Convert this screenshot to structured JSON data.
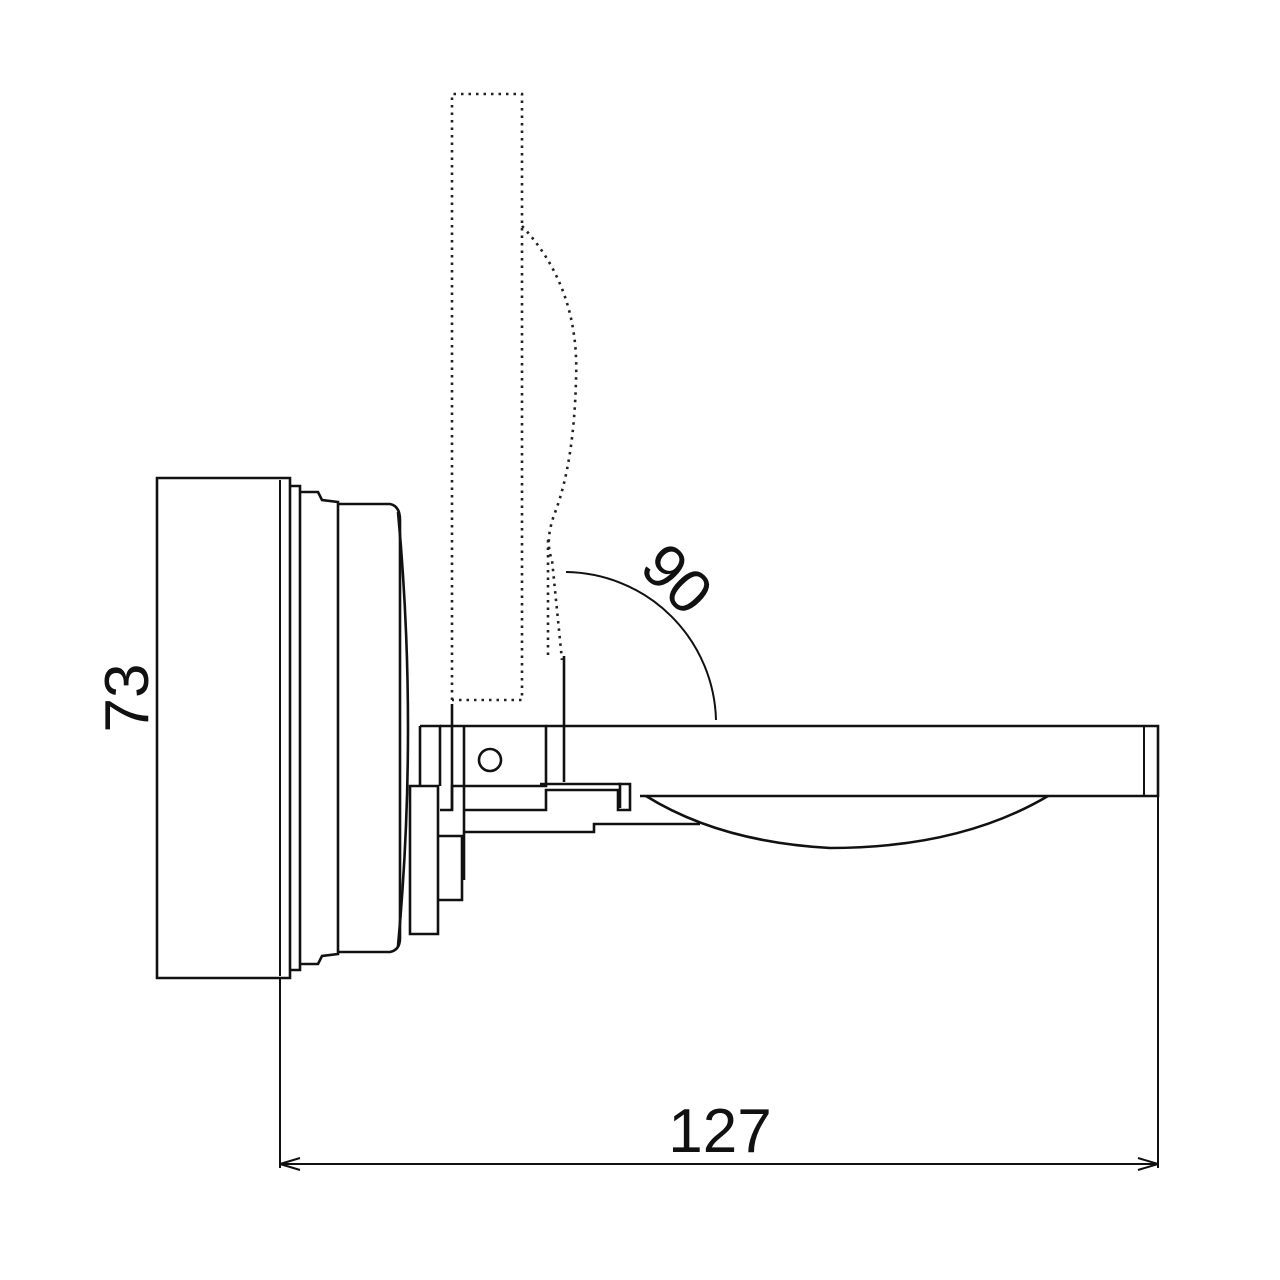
{
  "drawing": {
    "dimensions": {
      "height_label": "73",
      "width_label": "127",
      "angle_label": "90"
    },
    "colors": {
      "ink": "#111111",
      "background": "#ffffff"
    }
  }
}
